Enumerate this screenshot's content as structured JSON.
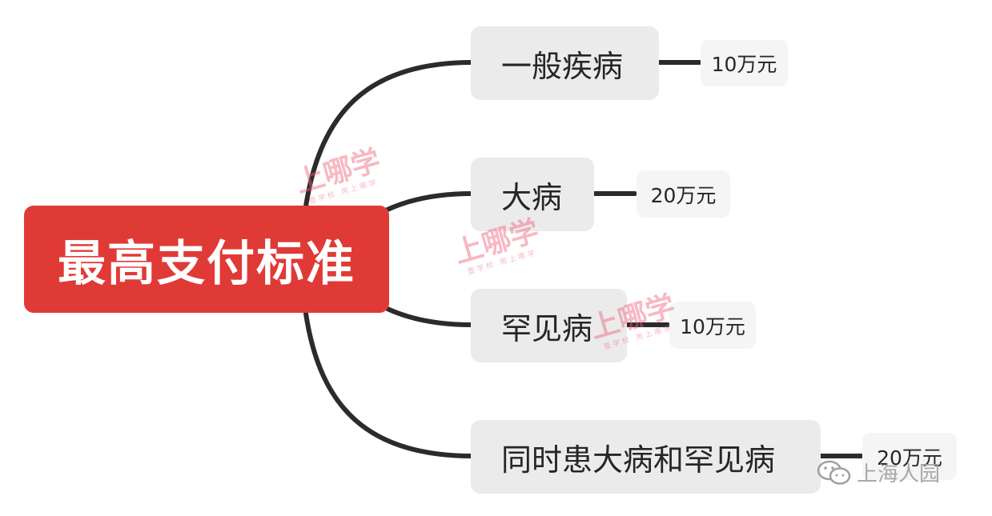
{
  "root": {
    "label": "最高支付标准"
  },
  "branches": [
    {
      "label": "一般疾病",
      "value": "10万元"
    },
    {
      "label": "大病",
      "value": "20万元"
    },
    {
      "label": "罕见病",
      "value": "10万元"
    },
    {
      "label": "同时患大病和罕见病",
      "value": "20万元"
    }
  ],
  "watermark": {
    "brand": "上哪学",
    "tagline": "壹学校 用上哪学"
  },
  "footer_mark": {
    "text": "上海人园",
    "icon": "wechat-icon"
  },
  "colors": {
    "root": "#e03a37",
    "branch": "#ebebeb",
    "leaf": "#f5f5f5",
    "line": "#2b2b2b"
  }
}
